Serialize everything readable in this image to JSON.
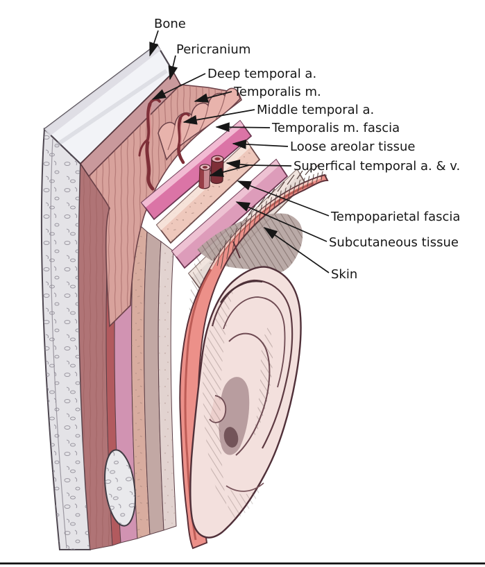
{
  "figure": {
    "labels": [
      {
        "id": "bone",
        "text": "Bone"
      },
      {
        "id": "pericranium",
        "text": "Pericranium"
      },
      {
        "id": "deep-temporal-artery",
        "text": "Deep temporal a."
      },
      {
        "id": "temporalis-muscle",
        "text": "Temporalis m."
      },
      {
        "id": "middle-temporal-artery",
        "text": "Middle temporal a."
      },
      {
        "id": "temporalis-muscle-fascia",
        "text": "Temporalis m. fascia"
      },
      {
        "id": "loose-areolar-tissue",
        "text": "Loose areolar tissue"
      },
      {
        "id": "superficial-temporal-artery-vein",
        "text": "Superfical temporal a. & v."
      },
      {
        "id": "tempoparietal-fascia",
        "text": "Tempoparietal fascia"
      },
      {
        "id": "subcutaneous-tissue",
        "text": "Subcutaneous tissue"
      },
      {
        "id": "skin",
        "text": "Skin"
      }
    ],
    "colors": {
      "label_text": "#161616",
      "leader_line": "#161616",
      "bone_slab": "#f2f3f7",
      "bone_shaft": "#e4e3e7",
      "pericranium": "#c9999c",
      "temporalis_muscle": "#d8a29c",
      "temporalis_fascia": "#db74a6",
      "loose_areolar": "#eec8bc",
      "tempoparietal_fascia": "#dd9cba",
      "subcutaneous": "#e6dbd6",
      "skin_band": "#ec9089",
      "vessel_red": "#7e2f38",
      "ear": "#f3e0dd",
      "bottom_rule": "#111111"
    }
  }
}
